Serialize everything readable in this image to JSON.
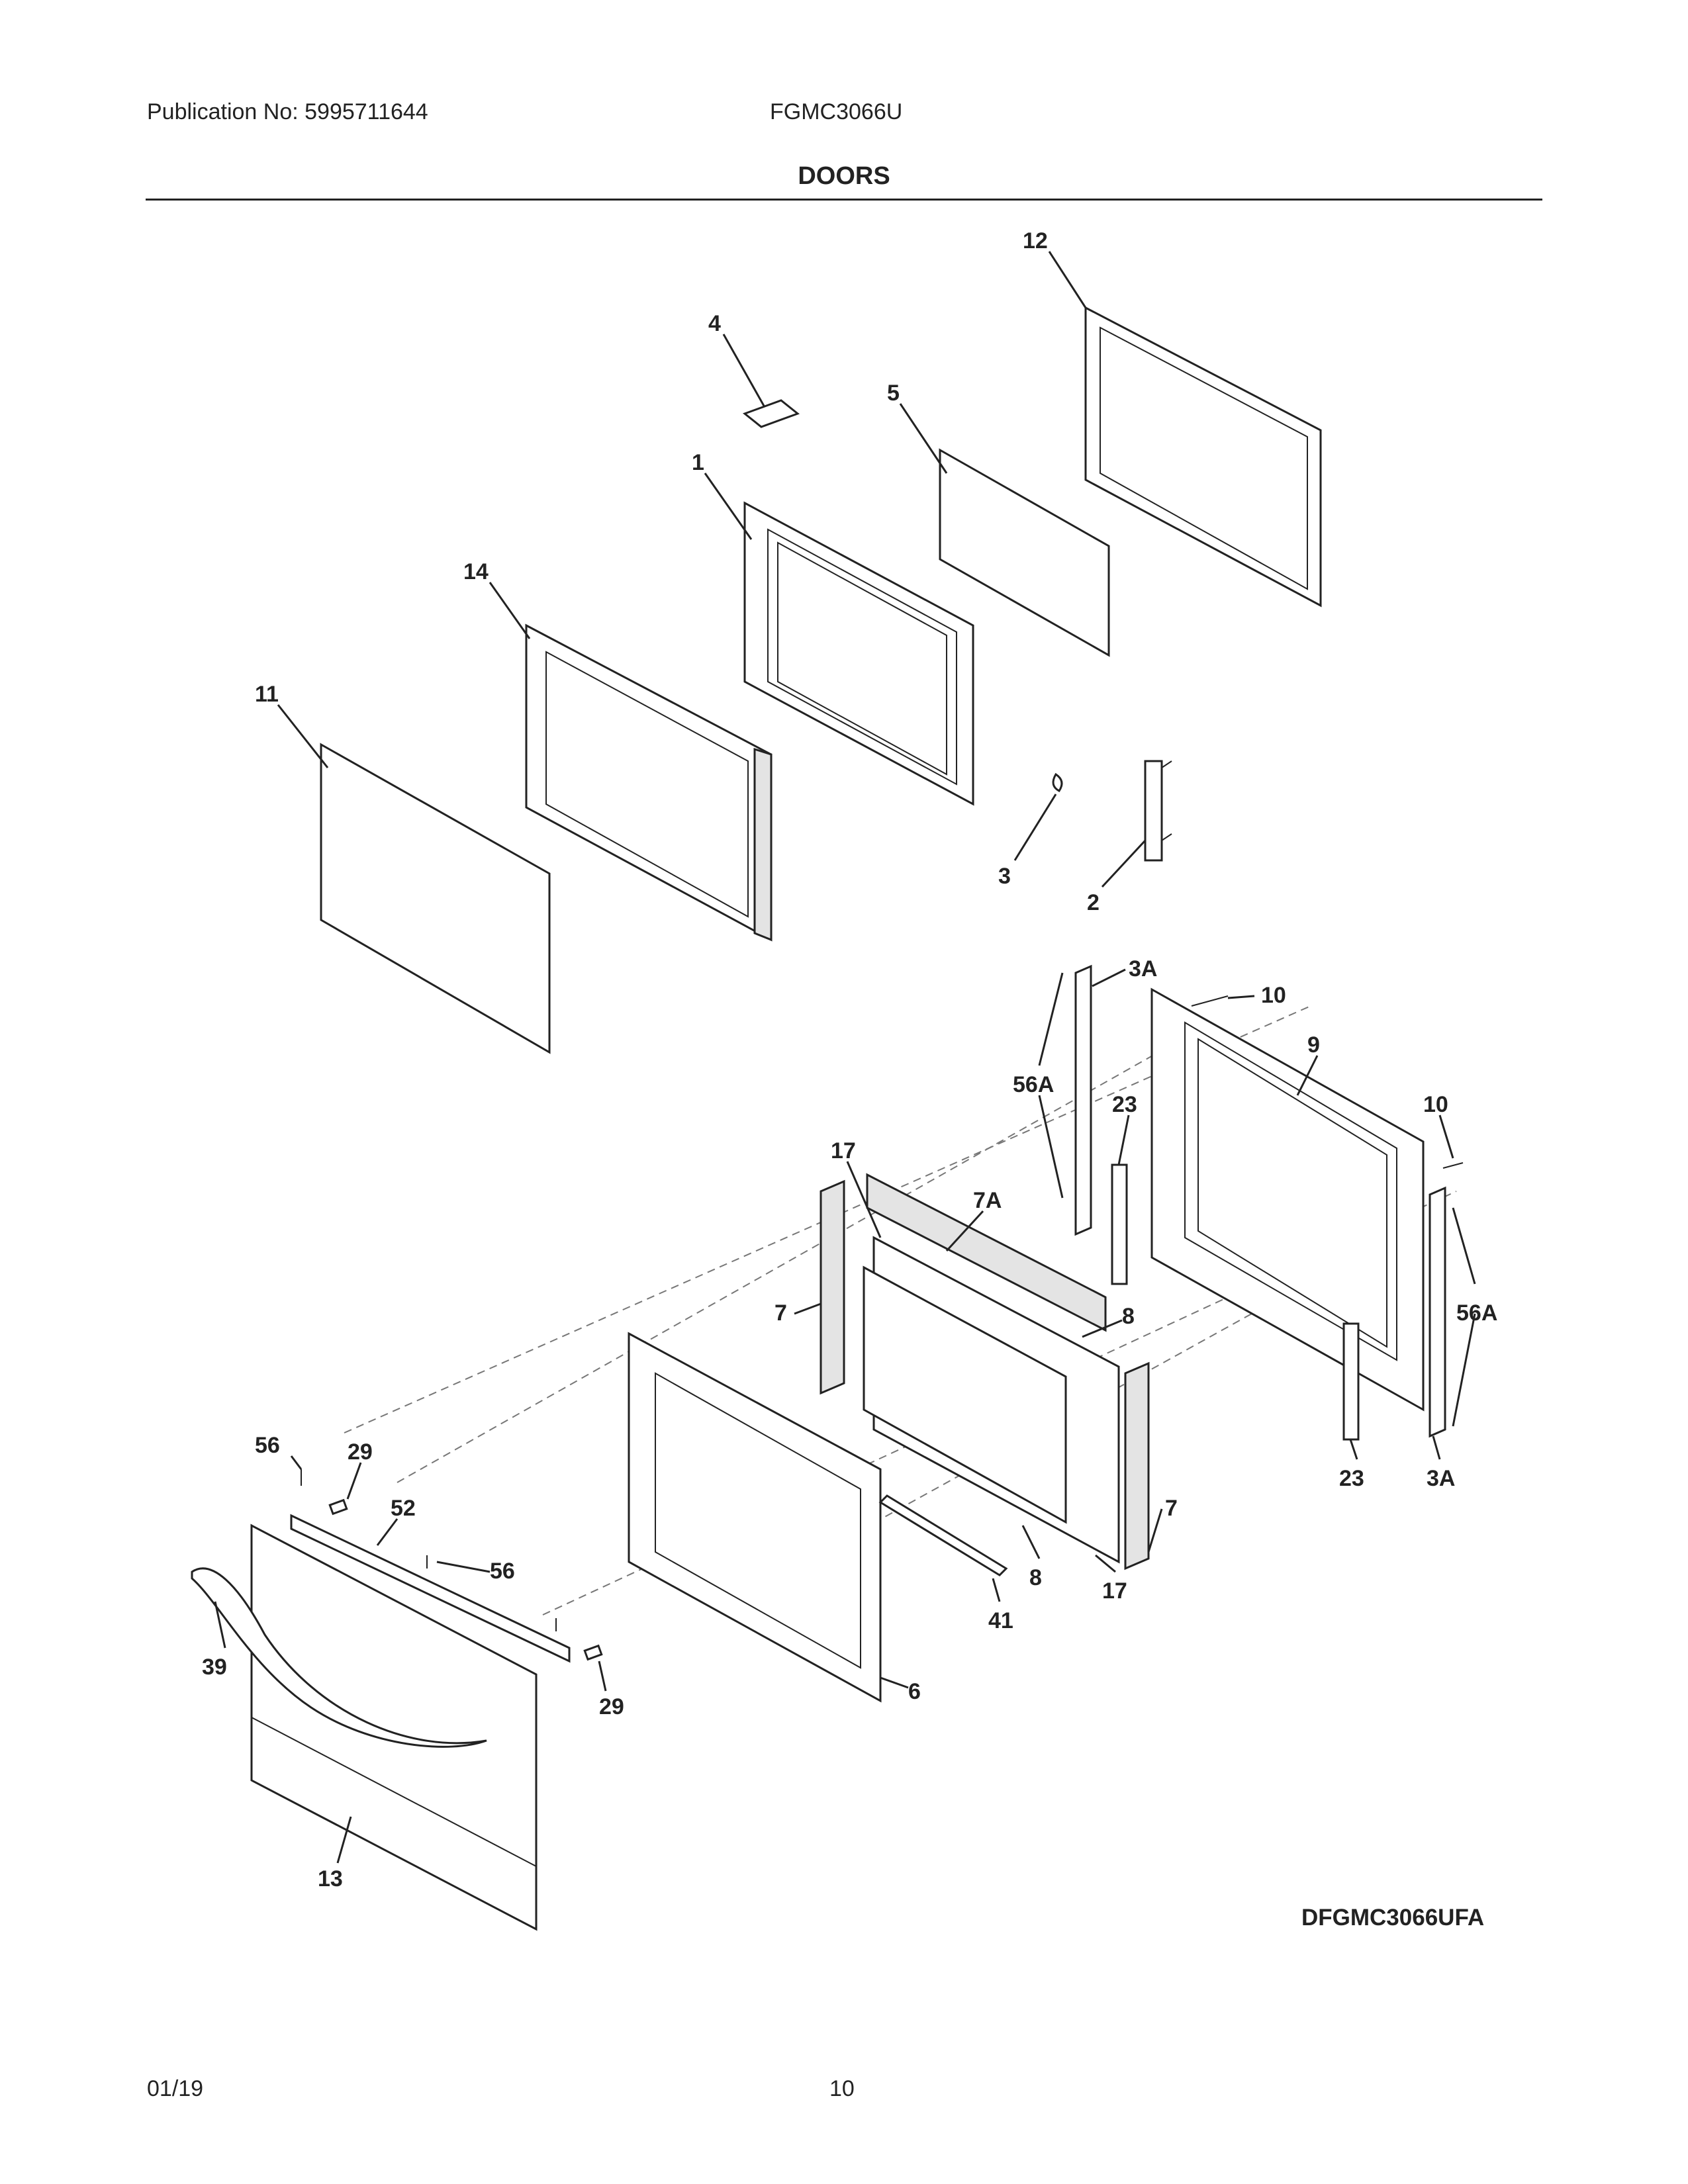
{
  "header": {
    "publication": "Publication No: 5995711644",
    "model": "FGMC3066U",
    "title": "DOORS"
  },
  "footer": {
    "date": "01/19",
    "page": "10"
  },
  "diagram_code": "DFGMC3066UFA",
  "callouts": {
    "c12": "12",
    "c4": "4",
    "c5": "5",
    "c1": "1",
    "c14": "14",
    "c11": "11",
    "c3": "3",
    "c2": "2",
    "c3a_top": "3A",
    "c10_top": "10",
    "c9": "9",
    "c56a_left": "56A",
    "c23_top": "23",
    "c10_right": "10",
    "c17_top": "17",
    "c7a": "7A",
    "c8_top": "8",
    "c7_left": "7",
    "c56a_right": "56A",
    "c56_left": "56",
    "c29_top": "29",
    "c52": "52",
    "c56_mid": "56",
    "c23_bottom": "23",
    "c3a_bottom": "3A",
    "c7_right": "7",
    "c8_bottom": "8",
    "c17_bottom": "17",
    "c39": "39",
    "c41": "41",
    "c29_bottom": "29",
    "c6": "6",
    "c13": "13"
  }
}
